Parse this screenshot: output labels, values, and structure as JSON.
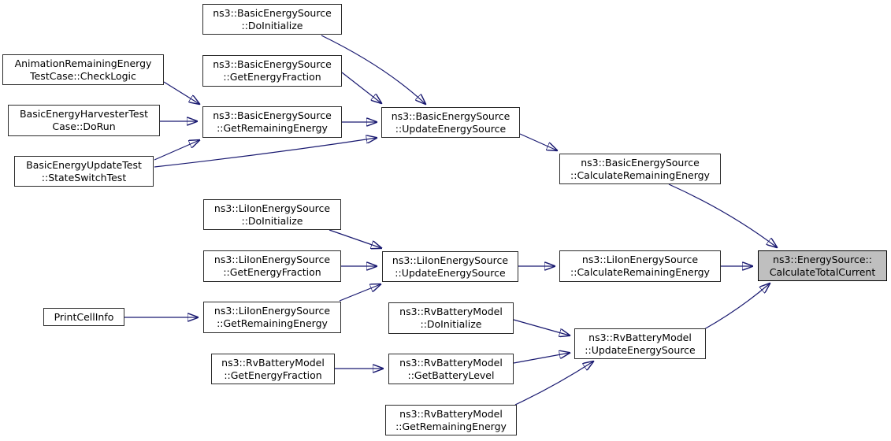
{
  "diagram": {
    "type": "call-graph",
    "description": "Doxygen caller graph for ns3::EnergySource::CalculateTotalCurrent",
    "colors": {
      "background": "#ffffff",
      "edge": "#191970",
      "node_border": "#2b2b2b",
      "node_fill": "#ffffff",
      "highlight_fill": "#bfbfbf",
      "text": "#000000"
    },
    "nodes": [
      {
        "id": "anim-checklogic",
        "label": "AnimationRemainingEnergy\nTestCase::CheckLogic"
      },
      {
        "id": "harvester-dorun",
        "label": "BasicEnergyHarvesterTest\nCase::DoRun"
      },
      {
        "id": "update-stateswitch",
        "label": "BasicEnergyUpdateTest\n::StateSwitchTest"
      },
      {
        "id": "basic-doinitialize",
        "label": "ns3::BasicEnergySource\n::DoInitialize"
      },
      {
        "id": "basic-getenergyfraction",
        "label": "ns3::BasicEnergySource\n::GetEnergyFraction"
      },
      {
        "id": "basic-getremainingenergy",
        "label": "ns3::BasicEnergySource\n::GetRemainingEnergy"
      },
      {
        "id": "basic-updateenergysource",
        "label": "ns3::BasicEnergySource\n::UpdateEnergySource"
      },
      {
        "id": "basic-calculateremainingenergy",
        "label": "ns3::BasicEnergySource\n::CalculateRemainingEnergy"
      },
      {
        "id": "liion-doinitialize",
        "label": "ns3::LiIonEnergySource\n::DoInitialize"
      },
      {
        "id": "liion-getenergyfraction",
        "label": "ns3::LiIonEnergySource\n::GetEnergyFraction"
      },
      {
        "id": "liion-getremainingenergy",
        "label": "ns3::LiIonEnergySource\n::GetRemainingEnergy"
      },
      {
        "id": "printcellinfo",
        "label": "PrintCellInfo"
      },
      {
        "id": "liion-updateenergysource",
        "label": "ns3::LiIonEnergySource\n::UpdateEnergySource"
      },
      {
        "id": "liion-calculateremainingenergy",
        "label": "ns3::LiIonEnergySource\n::CalculateRemainingEnergy"
      },
      {
        "id": "rv-doinitialize",
        "label": "ns3::RvBatteryModel\n::DoInitialize"
      },
      {
        "id": "rv-getenergyfraction",
        "label": "ns3::RvBatteryModel\n::GetEnergyFraction"
      },
      {
        "id": "rv-getbatterylevel",
        "label": "ns3::RvBatteryModel\n::GetBatteryLevel"
      },
      {
        "id": "rv-updateenergysource",
        "label": "ns3::RvBatteryModel\n::UpdateEnergySource"
      },
      {
        "id": "rv-getremainingenergy",
        "label": "ns3::RvBatteryModel\n::GetRemainingEnergy"
      },
      {
        "id": "energysource-calculatetotalcurrent",
        "label": "ns3::EnergySource::\nCalculateTotalCurrent",
        "highlighted": true
      }
    ],
    "edges": [
      {
        "from": "anim-checklogic",
        "to": "basic-getremainingenergy"
      },
      {
        "from": "harvester-dorun",
        "to": "basic-getremainingenergy"
      },
      {
        "from": "update-stateswitch",
        "to": "basic-getremainingenergy"
      },
      {
        "from": "update-stateswitch",
        "to": "basic-updateenergysource"
      },
      {
        "from": "basic-doinitialize",
        "to": "basic-updateenergysource"
      },
      {
        "from": "basic-getenergyfraction",
        "to": "basic-updateenergysource"
      },
      {
        "from": "basic-getremainingenergy",
        "to": "basic-updateenergysource"
      },
      {
        "from": "basic-updateenergysource",
        "to": "basic-calculateremainingenergy"
      },
      {
        "from": "basic-calculateremainingenergy",
        "to": "energysource-calculatetotalcurrent"
      },
      {
        "from": "liion-doinitialize",
        "to": "liion-updateenergysource"
      },
      {
        "from": "liion-getenergyfraction",
        "to": "liion-updateenergysource"
      },
      {
        "from": "liion-getremainingenergy",
        "to": "liion-updateenergysource"
      },
      {
        "from": "printcellinfo",
        "to": "liion-getremainingenergy"
      },
      {
        "from": "liion-updateenergysource",
        "to": "liion-calculateremainingenergy"
      },
      {
        "from": "liion-calculateremainingenergy",
        "to": "energysource-calculatetotalcurrent"
      },
      {
        "from": "rv-doinitialize",
        "to": "rv-updateenergysource"
      },
      {
        "from": "rv-getenergyfraction",
        "to": "rv-getbatterylevel"
      },
      {
        "from": "rv-getbatterylevel",
        "to": "rv-updateenergysource"
      },
      {
        "from": "rv-getremainingenergy",
        "to": "rv-updateenergysource"
      },
      {
        "from": "rv-updateenergysource",
        "to": "energysource-calculatetotalcurrent"
      }
    ]
  }
}
